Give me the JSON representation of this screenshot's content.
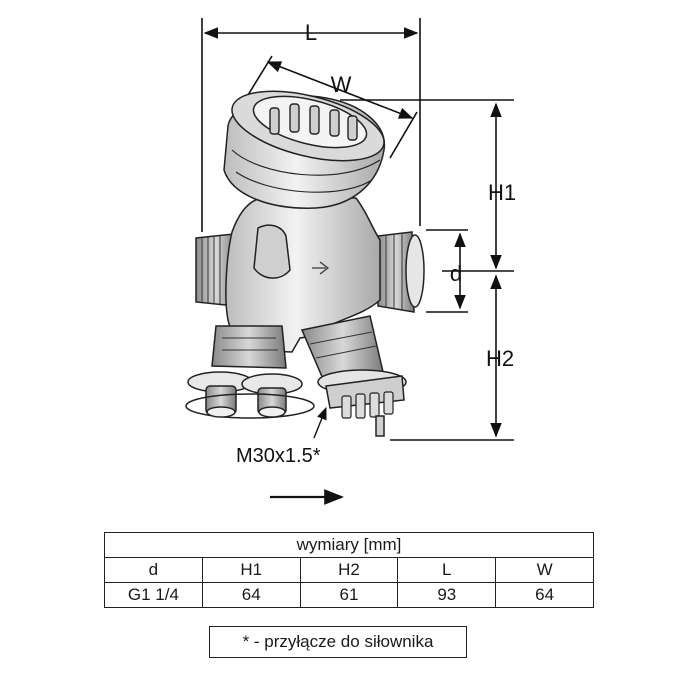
{
  "labels": {
    "L": "L",
    "W": "W",
    "H1": "H1",
    "H2": "H2",
    "d": "d",
    "thread": "M30x1.5*"
  },
  "table": {
    "title": "wymiary [mm]",
    "headers": [
      "d",
      "H1",
      "H2",
      "L",
      "W"
    ],
    "row": [
      "G1 1/4",
      "64",
      "61",
      "93",
      "64"
    ]
  },
  "note": "* - przyłącze do siłownika"
}
